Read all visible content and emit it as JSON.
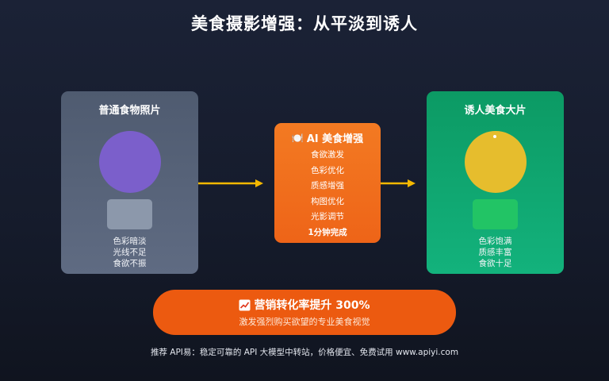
{
  "title": "美食摄影增强：从平淡到诱人",
  "before": {
    "title": "普通食物照片",
    "lines": [
      "色彩暗淡",
      "光线不足",
      "食欲不振"
    ]
  },
  "process": {
    "icon": "plate-icon",
    "title": "AI 美食增强",
    "items": [
      "食欲激发",
      "色彩优化",
      "质感增强",
      "构图优化",
      "光影调节",
      "1分钟完成"
    ]
  },
  "after": {
    "title": "诱人美食大片",
    "lines": [
      "色彩饱满",
      "质感丰富",
      "食欲十足"
    ]
  },
  "banner": {
    "icon": "chart-up-icon",
    "title": "营销转化率提升 300%",
    "subtitle": "激发强烈购买欲望的专业美食视觉"
  },
  "footer": "推荐 API易：稳定可靠的 API 大模型中转站，价格便宜、免费试用 www.apiyi.com",
  "colors": {
    "accent_orange": "#ee6418",
    "arrow_yellow": "#f5b800",
    "before_card": "#5a667b",
    "after_card": "#10a570"
  }
}
